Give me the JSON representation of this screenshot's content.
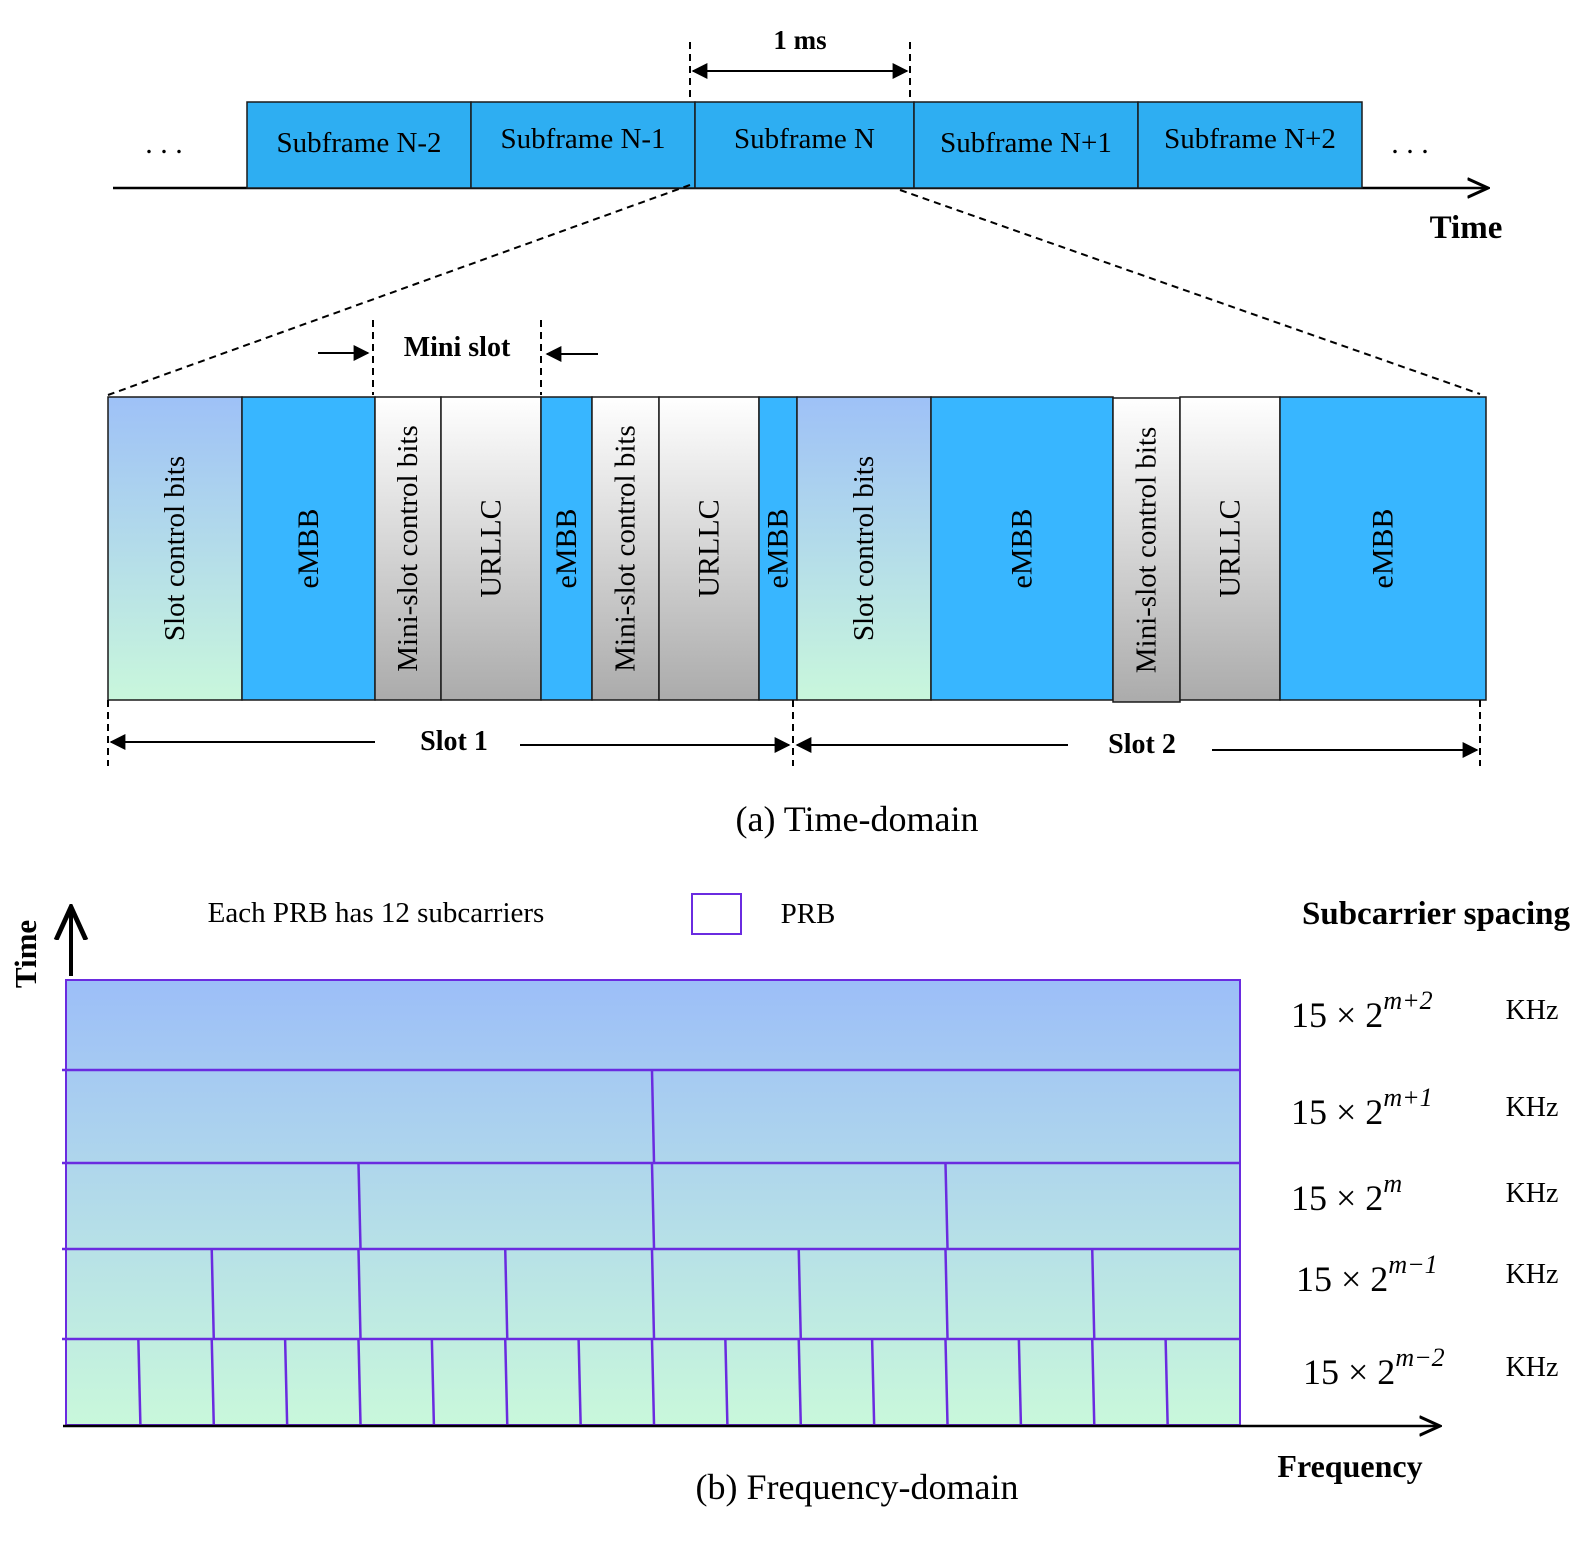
{
  "colors": {
    "subframe": "#2EAEF2",
    "embb": "#38B6FF",
    "control_top": "#9EC1F7",
    "control_bottom": "#C9F7DC",
    "urllc_top": "#FFFFFF",
    "urllc_bottom": "#ABABAB",
    "grid_line": "#6A2BE0",
    "band_top": "#9CBEF8",
    "band_bottom": "#C9F8DB"
  },
  "time_domain": {
    "duration_label": "1 ms",
    "ellipsis_left": ". . .",
    "ellipsis_right": ". . .",
    "axis_label": "Time",
    "subframes": [
      "Subframe N-2",
      "Subframe N-1",
      "Subframe N",
      "Subframe N+1",
      "Subframe N+2"
    ],
    "mini_slot_label": "Mini slot",
    "blocks": [
      {
        "label": "Slot control bits",
        "kind": "control"
      },
      {
        "label": "eMBB",
        "kind": "embb"
      },
      {
        "label": "Mini-slot control bits",
        "kind": "urllc"
      },
      {
        "label": "URLLC",
        "kind": "urllc"
      },
      {
        "label": "eMBB",
        "kind": "embb"
      },
      {
        "label": "Mini-slot control bits",
        "kind": "urllc"
      },
      {
        "label": "URLLC",
        "kind": "urllc"
      },
      {
        "label": "eMBB",
        "kind": "embb"
      },
      {
        "label": "Slot control bits",
        "kind": "control"
      },
      {
        "label": "eMBB",
        "kind": "embb"
      },
      {
        "label": "Mini-slot control bits",
        "kind": "urllc"
      },
      {
        "label": "URLLC",
        "kind": "urllc"
      },
      {
        "label": "eMBB",
        "kind": "embb"
      }
    ],
    "slot_labels": [
      "Slot 1",
      "Slot 2"
    ],
    "caption": "(a) Time-domain"
  },
  "frequency_domain": {
    "y_axis_label": "Time",
    "x_axis_label": "Frequency",
    "note": "Each PRB has 12 subcarriers",
    "legend_label": "PRB",
    "spacing_title": "Subcarrier spacing",
    "spacing_unit": "KHz",
    "rows": [
      {
        "base": "15 × 2",
        "exp": "m+2",
        "unit": "KHz",
        "prbs": 1
      },
      {
        "base": "15 × 2",
        "exp": "m+1",
        "unit": "KHz",
        "prbs": 2
      },
      {
        "base": "15 × 2",
        "exp": "m",
        "unit": "KHz",
        "prbs": 4
      },
      {
        "base": "15 × 2",
        "exp": "m−1",
        "unit": "KHz",
        "prbs": 8
      },
      {
        "base": "15 × 2",
        "exp": "m−2",
        "unit": "KHz",
        "prbs": 16
      }
    ],
    "caption": "(b) Frequency-domain"
  }
}
